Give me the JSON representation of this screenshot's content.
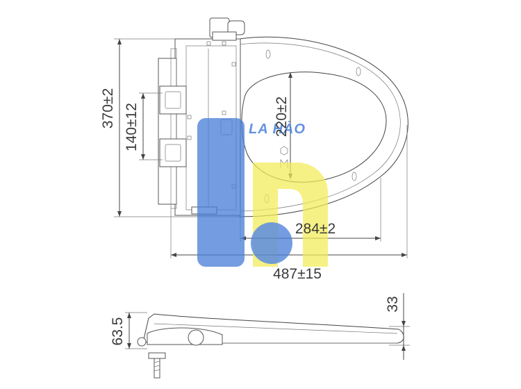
{
  "dimensions": {
    "overall_length": "370±2",
    "mount_spacing": "140±12",
    "inner_opening_length": "220±2",
    "inner_opening_width": "284±2",
    "overall_width": "487±15",
    "side_height": "63.5",
    "side_front_height": "33"
  },
  "watermark": {
    "brand_text": "LA HÀO",
    "colors": {
      "blue": "#4a7fd8",
      "yellow": "#f2ec55"
    }
  }
}
